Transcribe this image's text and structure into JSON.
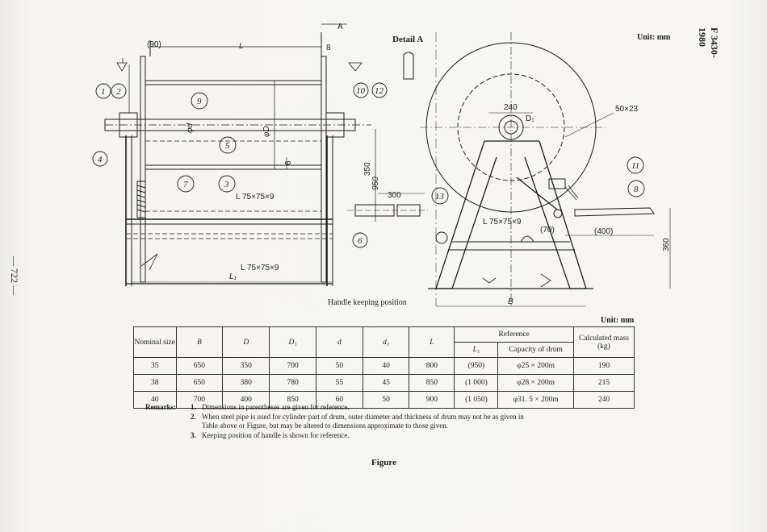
{
  "header": {
    "doc_code": "F 3430-1980",
    "unit_top": "Unit: mm",
    "page_number": "— 722 —"
  },
  "drawing": {
    "detail_a": "Detail A",
    "handle_caption": "Handle keeping position",
    "section_mark": "A",
    "dims": {
      "d90": "(90)",
      "L": "L",
      "eight": "8",
      "phiD": "φD",
      "phid": "φd",
      "six": "6",
      "d350": "350",
      "d950": "950",
      "d300": "300",
      "d240": "240",
      "D1": "D₁",
      "d50x23": "50×23",
      "d70": "(70)",
      "d400": "(400)",
      "d360": "360",
      "B": "B",
      "L1": "L₁",
      "angle1": "L 75×75×9",
      "angle2": "L 75×75×9",
      "angle3": "L 75×75×9"
    },
    "balloons": [
      "1",
      "2",
      "4",
      "9",
      "5",
      "3",
      "7",
      "10",
      "12",
      "13",
      "6",
      "11",
      "8"
    ]
  },
  "table": {
    "unit": "Unit: mm",
    "headers": {
      "nominal": "Nominal size",
      "B": "B",
      "D": "D",
      "D1": "D₁",
      "d": "d",
      "d1": "d₁",
      "L": "L",
      "reference": "Reference",
      "L1": "L₁",
      "capacity": "Capacity of drum",
      "mass": "Calculated mass (kg)"
    },
    "rows": [
      [
        "35",
        "650",
        "350",
        "700",
        "50",
        "40",
        "800",
        "(950)",
        "φ25 × 200m",
        "190"
      ],
      [
        "38",
        "650",
        "380",
        "780",
        "55",
        "45",
        "850",
        "(1 000)",
        "φ28 × 200m",
        "215"
      ],
      [
        "40",
        "700",
        "400",
        "850",
        "60",
        "50",
        "900",
        "(1 050)",
        "φ31. 5 × 200m",
        "240"
      ]
    ]
  },
  "remarks": {
    "label": "Remarks:",
    "items": [
      {
        "n": "1.",
        "text": "Dimensions in parentheses are given for reference."
      },
      {
        "n": "2.",
        "text": "When steel pipe is used for cylinder part of drum, outer diameter and thickness of drum may not be as given in Table above or Figure, but may be altered to dimensions approximate to those given."
      },
      {
        "n": "3.",
        "text": "Keeping position of handle is shown for reference."
      }
    ]
  },
  "caption": "Figure"
}
